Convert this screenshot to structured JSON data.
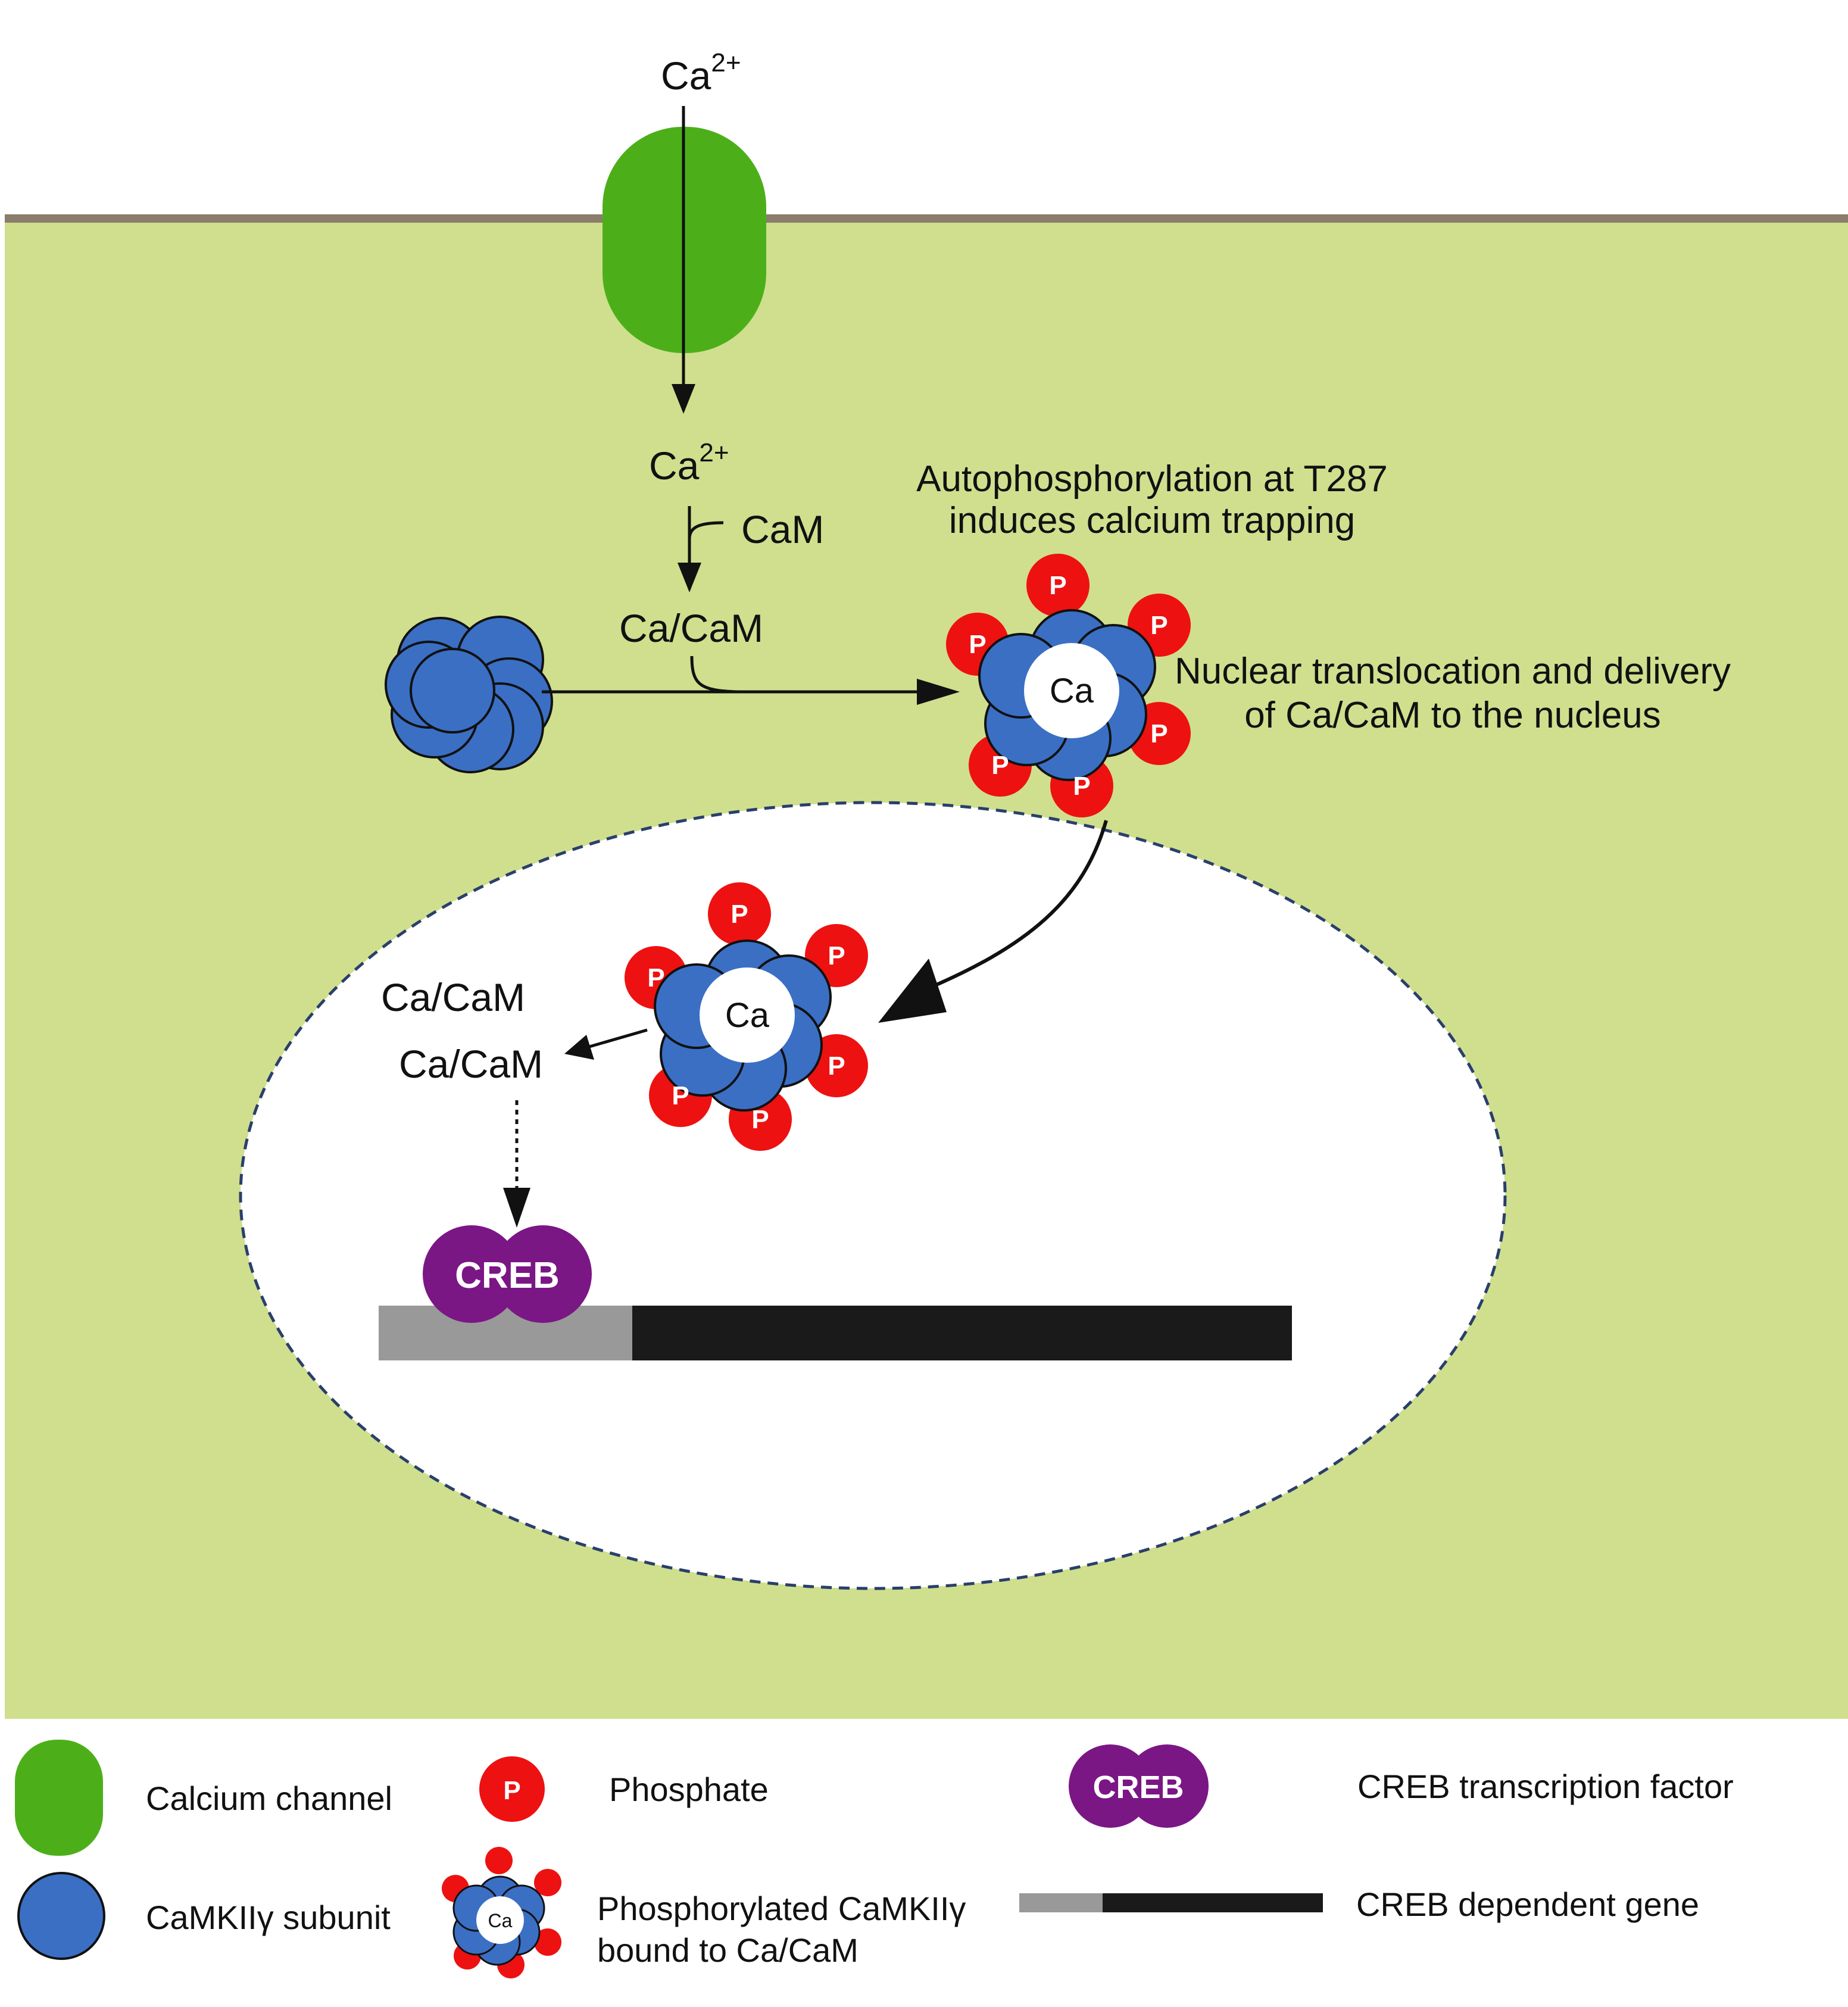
{
  "labels": {
    "ca_top": "Ca",
    "ca_top_sup": "2+",
    "ca_mid": "Ca",
    "ca_mid_sup": "2+",
    "cam": "CaM",
    "cacam_top": "Ca/CaM",
    "autophos_line1": "Autophosphorylation at T287",
    "autophos_line2": "induces calcium trapping",
    "nuclear_line1": "Nuclear translocation and delivery",
    "nuclear_line2": "of Ca/CaM to the nucleus",
    "cacam_nuc1": "Ca/CaM",
    "cacam_nuc2": "Ca/CaM",
    "ca_center": "Ca",
    "phosphate": "P",
    "creb": "CREB"
  },
  "legend": {
    "calcium_channel": "Calcium channel",
    "phosphate": "Phosphate",
    "creb_tf": "CREB transcription factor",
    "camkii_subunit": "CaMKIIγ subunit",
    "phos_camkii_line1": "Phosphorylated CaMKIIγ",
    "phos_camkii_line2": "bound to Ca/CaM",
    "creb_gene": "CREB dependent gene"
  },
  "colors": {
    "cytoplasm": "#cfdf8e",
    "membrane": "#8b7d6b",
    "channel": "#4caf1a",
    "subunit": "#3a6fc4",
    "phosphate": "#ee1111",
    "creb": "#7b1685",
    "gene_promoter": "#999999",
    "gene_body": "#1a1a1a",
    "nucleus_border": "#2a3f6b"
  }
}
